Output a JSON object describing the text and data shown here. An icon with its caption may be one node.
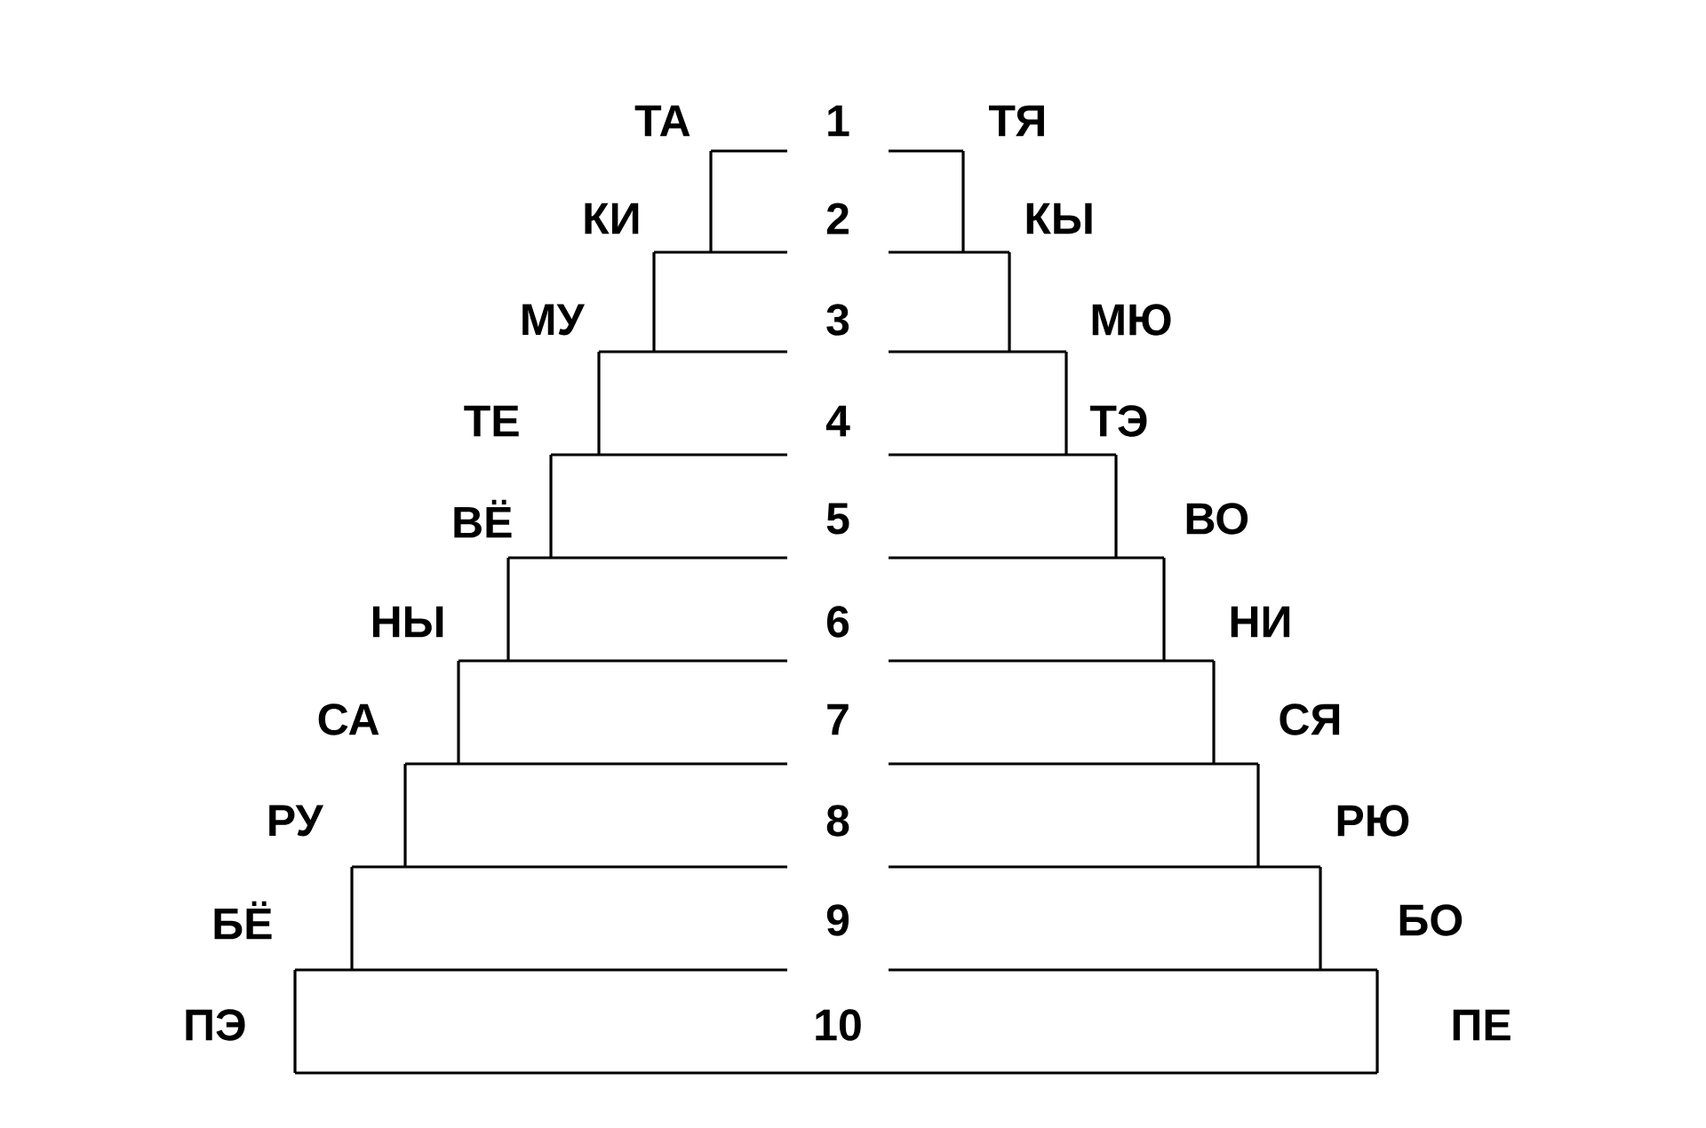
{
  "diagram": {
    "labels": [
      "ТА",
      "1",
      "ТЯ",
      "КИ",
      "2",
      "КЫ",
      "МУ",
      "3",
      "МЮ",
      "ТЕ",
      "4",
      "ТЭ",
      "ВЁ",
      "5",
      "ВО",
      "НЫ",
      "6",
      "НИ",
      "СА",
      "7",
      "СЯ",
      "РУ",
      "8",
      "РЮ",
      "БЁ",
      "9",
      "БО",
      "ПЭ",
      "10",
      "ПЕ"
    ]
  }
}
